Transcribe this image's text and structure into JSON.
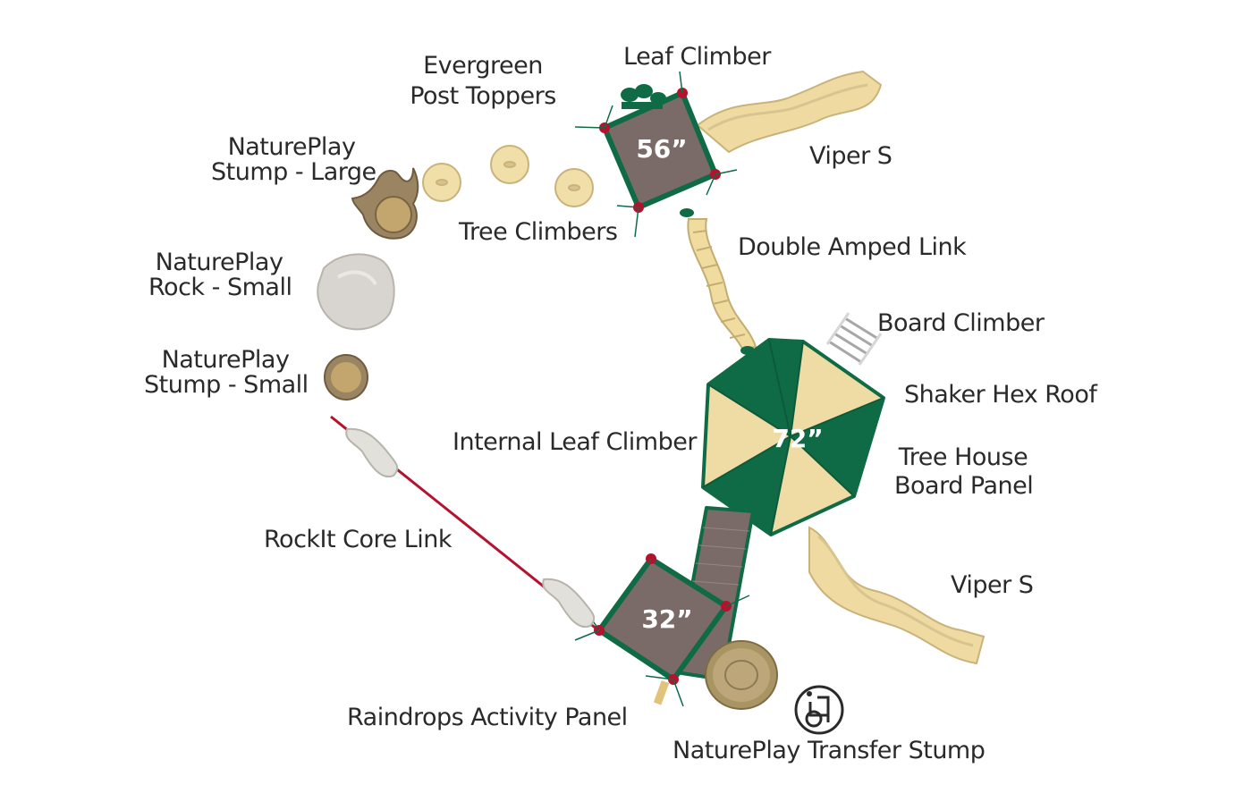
{
  "labels": {
    "evergreen_post_toppers": [
      "Evergreen",
      "Post Toppers"
    ],
    "leaf_climber": "Leaf Climber",
    "viper_s_top": "Viper S",
    "natureplay_stump_large": [
      "NaturePlay",
      "Stump - Large"
    ],
    "tree_climbers": "Tree Climbers",
    "double_amped_link": "Double Amped Link",
    "natureplay_rock_small": [
      "NaturePlay",
      "Rock - Small"
    ],
    "board_climber": "Board Climber",
    "natureplay_stump_small": [
      "NaturePlay",
      "Stump - Small"
    ],
    "shaker_hex_roof": "Shaker Hex Roof",
    "internal_leaf_climber": "Internal Leaf Climber",
    "tree_house_board_panel": [
      "Tree House",
      "Board Panel"
    ],
    "rockit_core_link": "RockIt Core Link",
    "viper_s_bottom": "Viper S",
    "raindrops_activity_panel": "Raindrops Activity Panel",
    "natureplay_transfer_stump": "NaturePlay Transfer Stump"
  },
  "decks": {
    "upper": "56”",
    "center": "72”",
    "lower": "32”"
  },
  "icons": {
    "accessibility": "wheelchair-transfer-icon"
  },
  "colors": {
    "green": "#0f6b45",
    "tan": "#efdca4",
    "deck": "#7a6b68",
    "post": "#b5122e",
    "slide": "#f1e1a8",
    "stump": "#a99464",
    "rock": "#d8d4cf"
  }
}
